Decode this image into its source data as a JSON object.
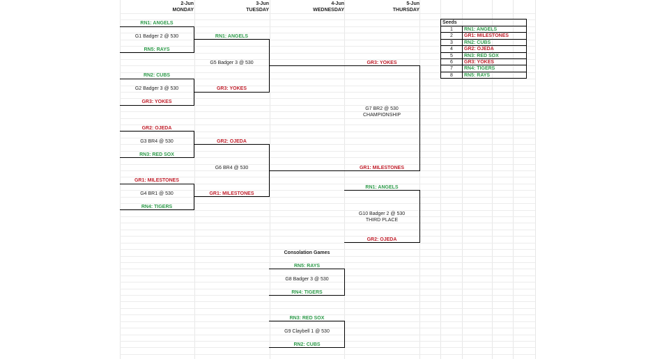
{
  "days": [
    {
      "date": "2-Jun",
      "weekday": "MONDAY"
    },
    {
      "date": "3-Jun",
      "weekday": "TUESDAY"
    },
    {
      "date": "4-Jun",
      "weekday": "WEDNESDAY"
    },
    {
      "date": "5-Jun",
      "weekday": "THURSDAY"
    }
  ],
  "monday": {
    "g1": {
      "top": "RN1: ANGELS",
      "label": "G1 Badger 2 @ 530",
      "bottom": "RN5: RAYS"
    },
    "g2": {
      "top": "RN2: CUBS",
      "label": "G2 Badger 3 @ 530",
      "bottom": "GR3: YOKES"
    },
    "g3": {
      "top": "GR2: OJEDA",
      "label": "G3 BR4 @ 530",
      "bottom": "RN3: RED SOX"
    },
    "g4": {
      "top": "GR1: MILESTONES",
      "label": "G4 BR1 @ 530",
      "bottom": "RN4: TIGERS"
    }
  },
  "tuesday": {
    "w1": "RN1: ANGELS",
    "w2": "GR3: YOKES",
    "g5": "G5 Badger 3 @ 530",
    "w3": "GR2: OJEDA",
    "w4": "GR1: MILESTONES",
    "g6": "G6 BR4 @ 530"
  },
  "thursday": {
    "top": "GR3: YOKES",
    "g7": "G7 BR2 @ 530",
    "g7_sub": "CHAMPIONSHIP",
    "bottom": "GR1: MILESTONES",
    "g10_top": "RN1: ANGELS",
    "g10": "G10 Badger 2 @ 530",
    "g10_sub": "THIRD PLACE",
    "g10_bottom": "GR2: OJEDA"
  },
  "consolation": {
    "title": "Consolation Games",
    "g8": {
      "top": "RN5: RAYS",
      "label": "G8 Badger 3 @ 530",
      "bottom": "RN4: TIGERS"
    },
    "g9": {
      "top": "RN3: RED SOX",
      "label": "G9 Claybell 1 @ 530",
      "bottom": "RN2: CUBS"
    }
  },
  "seeds": {
    "title": "Seeds",
    "rows": [
      {
        "n": "1",
        "team": "RN1: ANGELS",
        "color": "#2e9a4a"
      },
      {
        "n": "2",
        "team": "GR1: MILESTONES",
        "color": "#c0202c"
      },
      {
        "n": "3",
        "team": "RN2: CUBS",
        "color": "#2e9a4a"
      },
      {
        "n": "4",
        "team": "GR2: OJEDA",
        "color": "#c0202c"
      },
      {
        "n": "5",
        "team": "RN3: RED SOX",
        "color": "#2e9a4a"
      },
      {
        "n": "6",
        "team": "GR3: YOKES",
        "color": "#c0202c"
      },
      {
        "n": "7",
        "team": "RN4: TIGERS",
        "color": "#2e9a4a"
      },
      {
        "n": "8",
        "team": "RN5: RAYS",
        "color": "#2e9a4a"
      }
    ]
  },
  "colors": {
    "green": "#2e9a4a",
    "red": "#c0202c"
  }
}
